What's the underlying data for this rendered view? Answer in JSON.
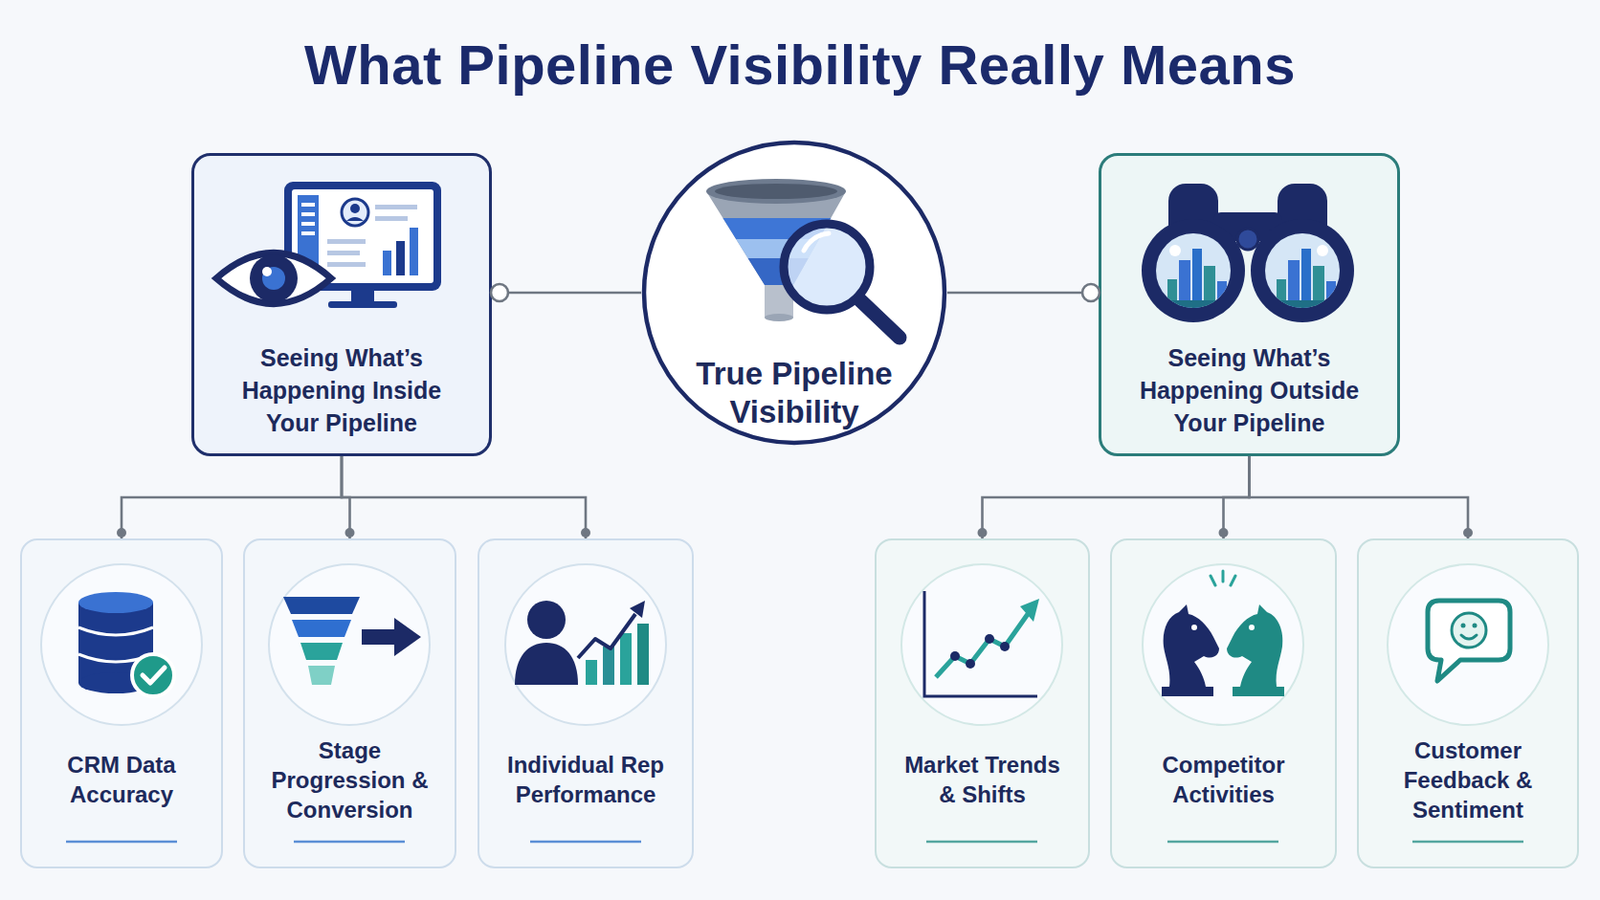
{
  "diagram": {
    "title": "What Pipeline Visibility Really Means",
    "nodes": [
      {
        "text": [
          "Seeing What’s Happening Inside Your Pipeline"
        ]
      },
      {
        "text": [
          "True Pipeline Visibility"
        ]
      },
      {
        "text": [
          "Seeing What’s Happening Outside Your Pipeline"
        ]
      },
      {
        "text": [
          "CRM Data Accuracy"
        ]
      },
      {
        "text": [
          "Stage Progression & Conversion"
        ]
      },
      {
        "text": [
          "Individual Rep Performance"
        ]
      },
      {
        "text": [
          "Market Trends & Shifts"
        ]
      },
      {
        "text": [
          "Competitor Activities"
        ]
      },
      {
        "text": [
          "Customer Feedback & Sentiment"
        ]
      }
    ],
    "edges": [
      {
        "from": 0,
        "to": 1,
        "arrow": "none"
      },
      {
        "from": 1,
        "to": 2,
        "arrow": "none"
      },
      {
        "from": 0,
        "to": 3,
        "arrow": "none"
      },
      {
        "from": 0,
        "to": 4,
        "arrow": "none"
      },
      {
        "from": 0,
        "to": 5,
        "arrow": "none"
      },
      {
        "from": 2,
        "to": 6,
        "arrow": "none"
      },
      {
        "from": 2,
        "to": 7,
        "arrow": "none"
      },
      {
        "from": 2,
        "to": 8,
        "arrow": "none"
      }
    ]
  }
}
